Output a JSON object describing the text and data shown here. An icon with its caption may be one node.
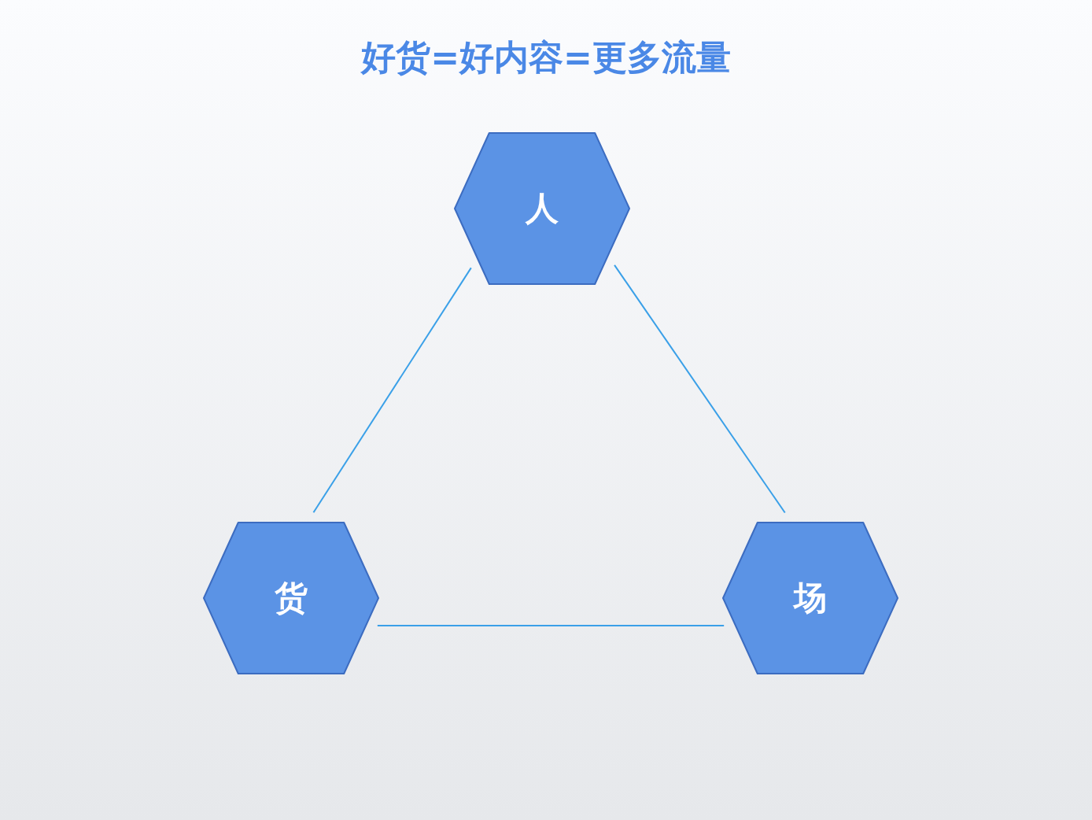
{
  "diagram": {
    "title": "好货=好内容=更多流量",
    "nodes": [
      {
        "text": [
          "人"
        ]
      },
      {
        "text": [
          "货"
        ]
      },
      {
        "text": [
          "场"
        ]
      }
    ],
    "edges": [
      {
        "from": 0,
        "to": 1,
        "arrow": "none"
      },
      {
        "from": 2,
        "to": 0,
        "arrow": "none"
      },
      {
        "from": 1,
        "to": 2,
        "arrow": "none"
      }
    ]
  }
}
